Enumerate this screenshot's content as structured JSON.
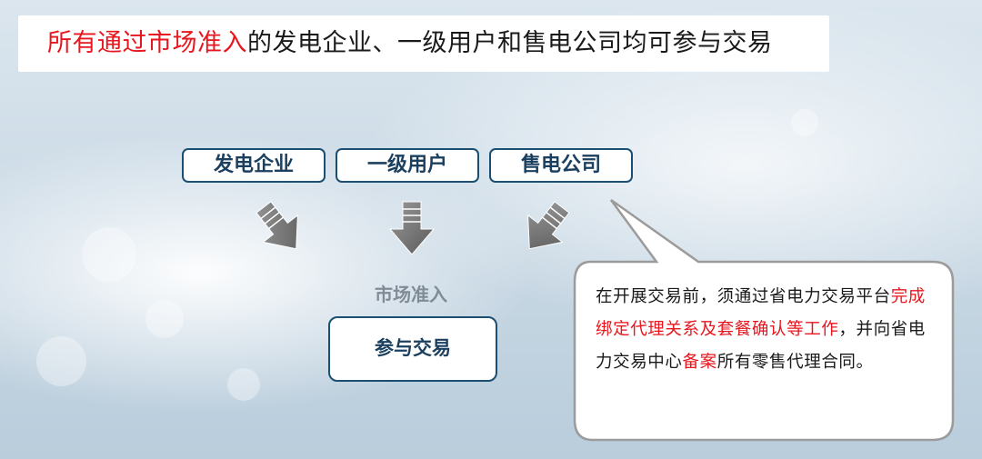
{
  "headline": {
    "highlight": "所有通过市场准入",
    "rest": "的发电企业、一级用户和售电公司均可参与交易"
  },
  "entities": [
    "发电企业",
    "一级用户",
    "售电公司"
  ],
  "step_label": "市场准入",
  "action": "参与交易",
  "callout": {
    "segments": [
      {
        "text": "在开展交易前，须通过省电力交易平台",
        "highlight": false
      },
      {
        "text": "完成绑定代理关系及套餐确认等工作",
        "highlight": true
      },
      {
        "text": "，并向省电力交易中心",
        "highlight": false
      },
      {
        "text": "备案",
        "highlight": true
      },
      {
        "text": "所有零售代理合同。",
        "highlight": false
      }
    ]
  },
  "colors": {
    "accent_red": "#e8161e",
    "box_border": "#1b4f72",
    "arrow_gray": "#6e6e6e"
  }
}
